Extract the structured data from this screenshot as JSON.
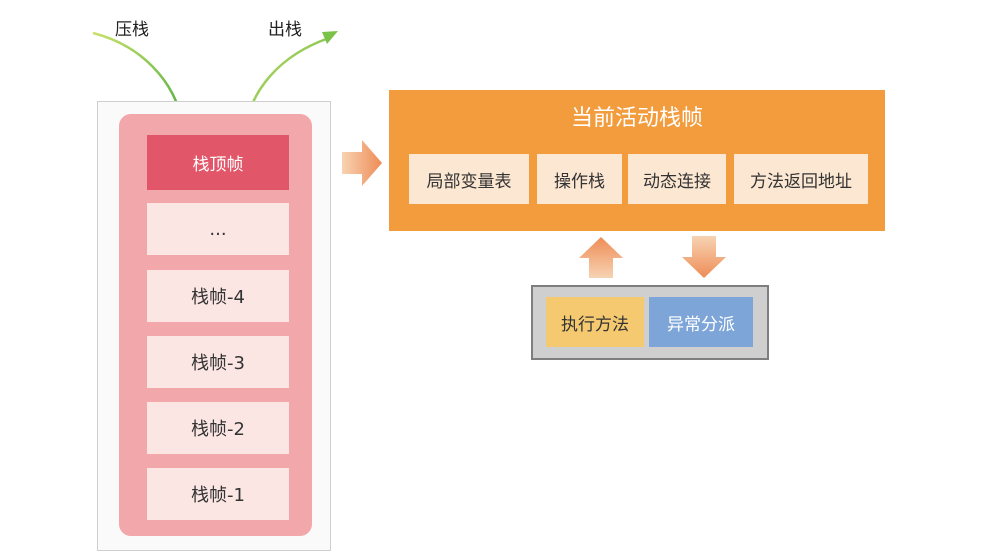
{
  "labels": {
    "push": "压栈",
    "pop": "出栈"
  },
  "stack": {
    "top_frame": "栈顶帧",
    "ellipsis": "...",
    "frames": [
      "栈帧-4",
      "栈帧-3",
      "栈帧-2",
      "栈帧-1"
    ]
  },
  "current_frame": {
    "title": "当前活动栈帧",
    "parts": [
      "局部变量表",
      "操作栈",
      "动态连接",
      "方法返回地址"
    ]
  },
  "method": {
    "execute": "执行方法",
    "dispatch": "异常分派"
  },
  "colors": {
    "stack_fill": "#f2a7aa",
    "top_frame": "#e2566a",
    "frame_cell": "#fbe6e4",
    "active_frame": "#f39c3d",
    "active_cell": "#fbe7d2",
    "execute": "#f5c970",
    "dispatch": "#7ea5d8",
    "arrow": "#f0a070",
    "push_pop_arrow": "#7bc24a"
  }
}
